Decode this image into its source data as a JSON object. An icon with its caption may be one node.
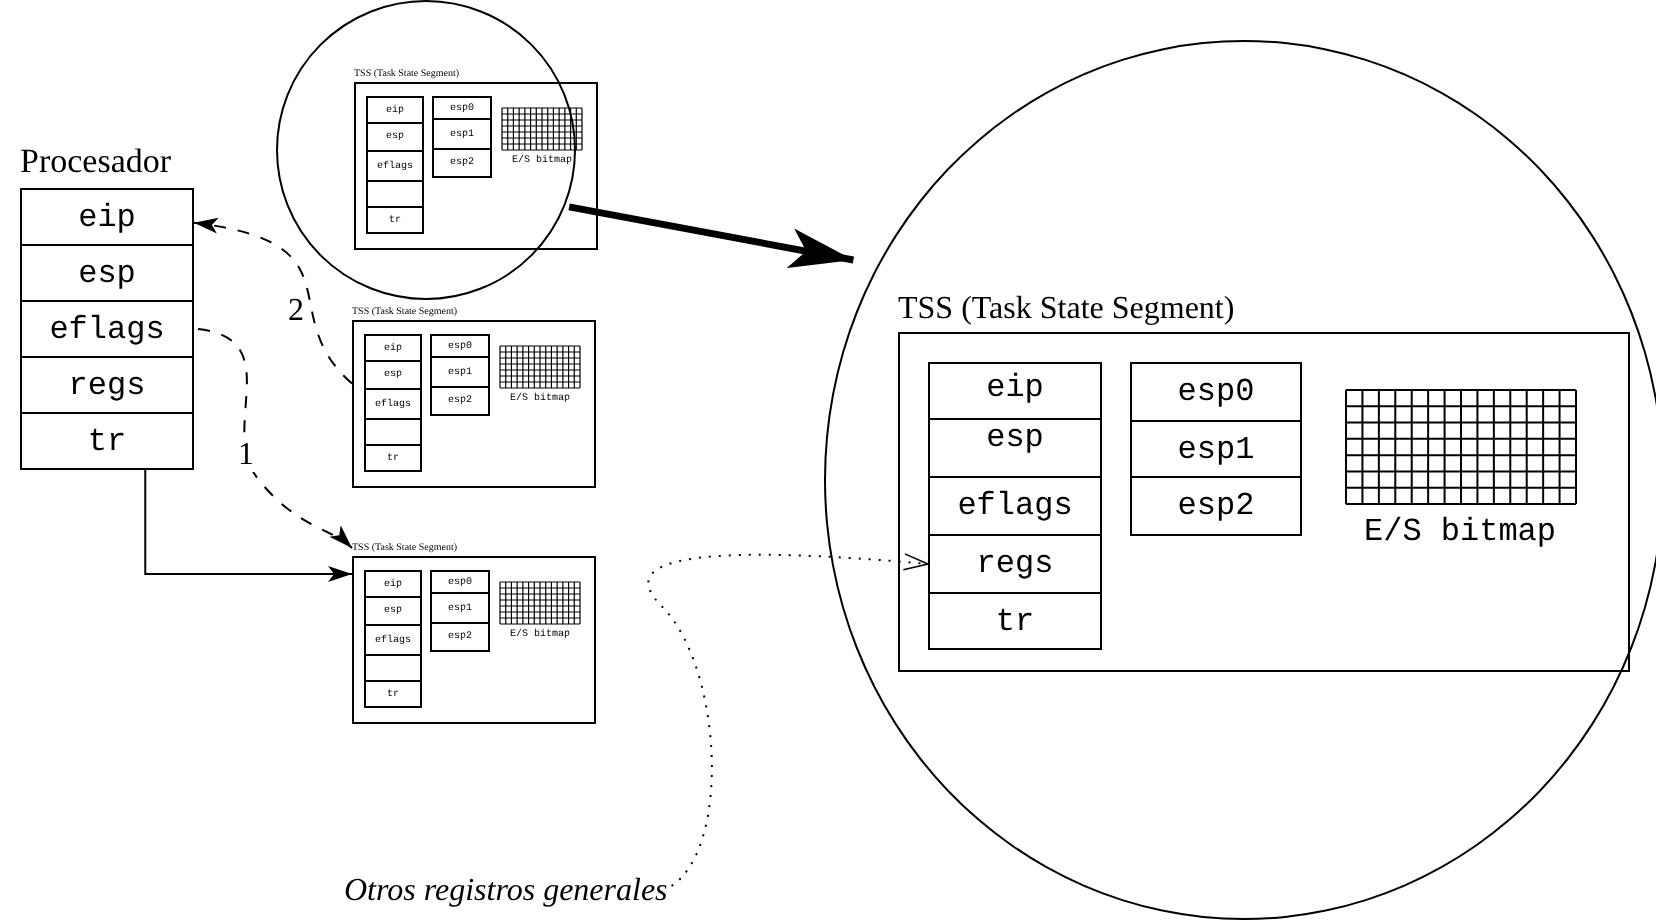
{
  "diagram": {
    "nodes": [
      {
        "text": [
          "Procesador"
        ]
      },
      {
        "text": [
          "eip"
        ],
        "in": 0
      },
      {
        "text": [
          "esp"
        ],
        "in": 0
      },
      {
        "text": [
          "eflags"
        ],
        "in": 0
      },
      {
        "text": [
          "regs"
        ],
        "in": 0
      },
      {
        "text": [
          "tr"
        ],
        "in": 0
      },
      {
        "text": [],
        "shape": "circle"
      },
      {
        "text": [
          "TSS (Task State Segment)"
        ],
        "in": 6
      },
      {
        "text": [
          "eip"
        ],
        "in": 7
      },
      {
        "text": [
          "esp"
        ],
        "in": 7
      },
      {
        "text": [
          "eflags"
        ],
        "in": 7
      },
      {
        "text": [],
        "shape": "box",
        "in": 7
      },
      {
        "text": [
          "tr"
        ],
        "in": 7
      },
      {
        "text": [
          "esp0"
        ],
        "in": 7
      },
      {
        "text": [
          "esp1"
        ],
        "in": 7
      },
      {
        "text": [
          "esp2"
        ],
        "in": 7
      },
      {
        "text": [
          "E/S bitmap"
        ],
        "in": 7
      },
      {
        "text": [
          "TSS (Task State Segment)"
        ]
      },
      {
        "text": [
          "eip"
        ],
        "in": 17
      },
      {
        "text": [
          "esp"
        ],
        "in": 17
      },
      {
        "text": [
          "eflags"
        ],
        "in": 17
      },
      {
        "text": [],
        "shape": "box",
        "in": 17
      },
      {
        "text": [
          "tr"
        ],
        "in": 17
      },
      {
        "text": [
          "esp0"
        ],
        "in": 17
      },
      {
        "text": [
          "esp1"
        ],
        "in": 17
      },
      {
        "text": [
          "esp2"
        ],
        "in": 17
      },
      {
        "text": [
          "E/S bitmap"
        ],
        "in": 17
      },
      {
        "text": [
          "TSS (Task State Segment)"
        ]
      },
      {
        "text": [
          "eip"
        ],
        "in": 27
      },
      {
        "text": [
          "esp"
        ],
        "in": 27
      },
      {
        "text": [
          "eflags"
        ],
        "in": 27
      },
      {
        "text": [],
        "shape": "box",
        "in": 27
      },
      {
        "text": [
          "tr"
        ],
        "in": 27
      },
      {
        "text": [
          "esp0"
        ],
        "in": 27
      },
      {
        "text": [
          "esp1"
        ],
        "in": 27
      },
      {
        "text": [
          "esp2"
        ],
        "in": 27
      },
      {
        "text": [
          "E/S bitmap"
        ],
        "in": 27
      },
      {
        "text": [],
        "shape": "circle"
      },
      {
        "text": [
          "TSS (Task State Segment)"
        ],
        "in": 37
      },
      {
        "text": [
          "eip"
        ],
        "in": 38
      },
      {
        "text": [
          "esp"
        ],
        "in": 38
      },
      {
        "text": [
          "eflags"
        ],
        "in": 38
      },
      {
        "text": [
          "regs"
        ],
        "in": 38
      },
      {
        "text": [
          "tr"
        ],
        "in": 38
      },
      {
        "text": [
          "esp0"
        ],
        "in": 38
      },
      {
        "text": [
          "esp1"
        ],
        "in": 38
      },
      {
        "text": [
          "esp2"
        ],
        "in": 38
      },
      {
        "text": [
          "E/S bitmap"
        ],
        "in": 38
      },
      {
        "text": [
          "Otros registros generales"
        ]
      }
    ],
    "edges": [
      {
        "from": 17,
        "to": 1,
        "arrow": "to",
        "style": "dashed",
        "label": "2"
      },
      {
        "from": 3,
        "to": 27,
        "arrow": "to",
        "style": "dashed",
        "label": "1"
      },
      {
        "from": 5,
        "to": 27,
        "arrow": "to"
      },
      {
        "from": 6,
        "to": 37,
        "arrow": "to",
        "style": "thick"
      },
      {
        "from": 48,
        "to": 42,
        "arrow": "to",
        "style": "dashed"
      }
    ]
  }
}
